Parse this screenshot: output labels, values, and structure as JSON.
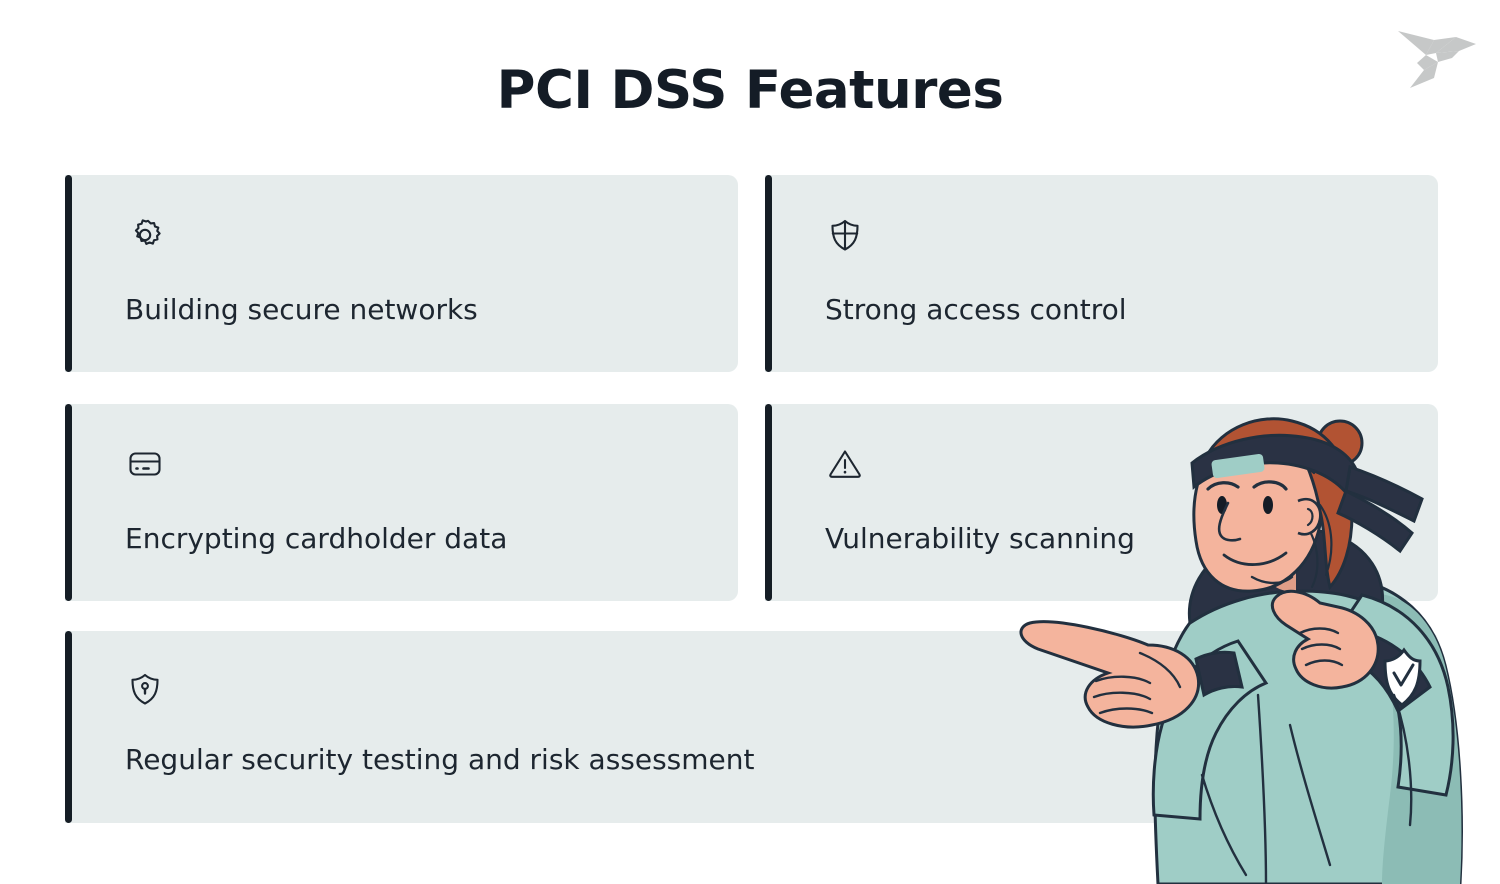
{
  "page": {
    "title": "PCI DSS Features",
    "background_color": "#ffffff"
  },
  "logo": {
    "name": "origami-bird-logo",
    "color": "#c6c8c8"
  },
  "theme": {
    "card_background": "#e6ecec",
    "card_accent_bar": "#151d25",
    "text_color": "#1d2630",
    "title_color": "#141c26",
    "illustration_skin": "#f4b49d",
    "illustration_hair": "#b25333",
    "illustration_hoodie": "#9fcdc6",
    "illustration_navy": "#2a3244"
  },
  "cards": [
    {
      "icon": "gear-icon",
      "label": "Building secure networks"
    },
    {
      "icon": "shield-cross-icon",
      "label": "Strong access control"
    },
    {
      "icon": "credit-card-icon",
      "label": "Encrypting cardholder data"
    },
    {
      "icon": "warning-triangle-icon",
      "label": "Vulnerability scanning"
    },
    {
      "icon": "shield-lock-icon",
      "label": "Regular security testing and risk assessment"
    }
  ],
  "illustration": {
    "name": "person-pointing-illustration",
    "badge": "shield-check-badge"
  }
}
